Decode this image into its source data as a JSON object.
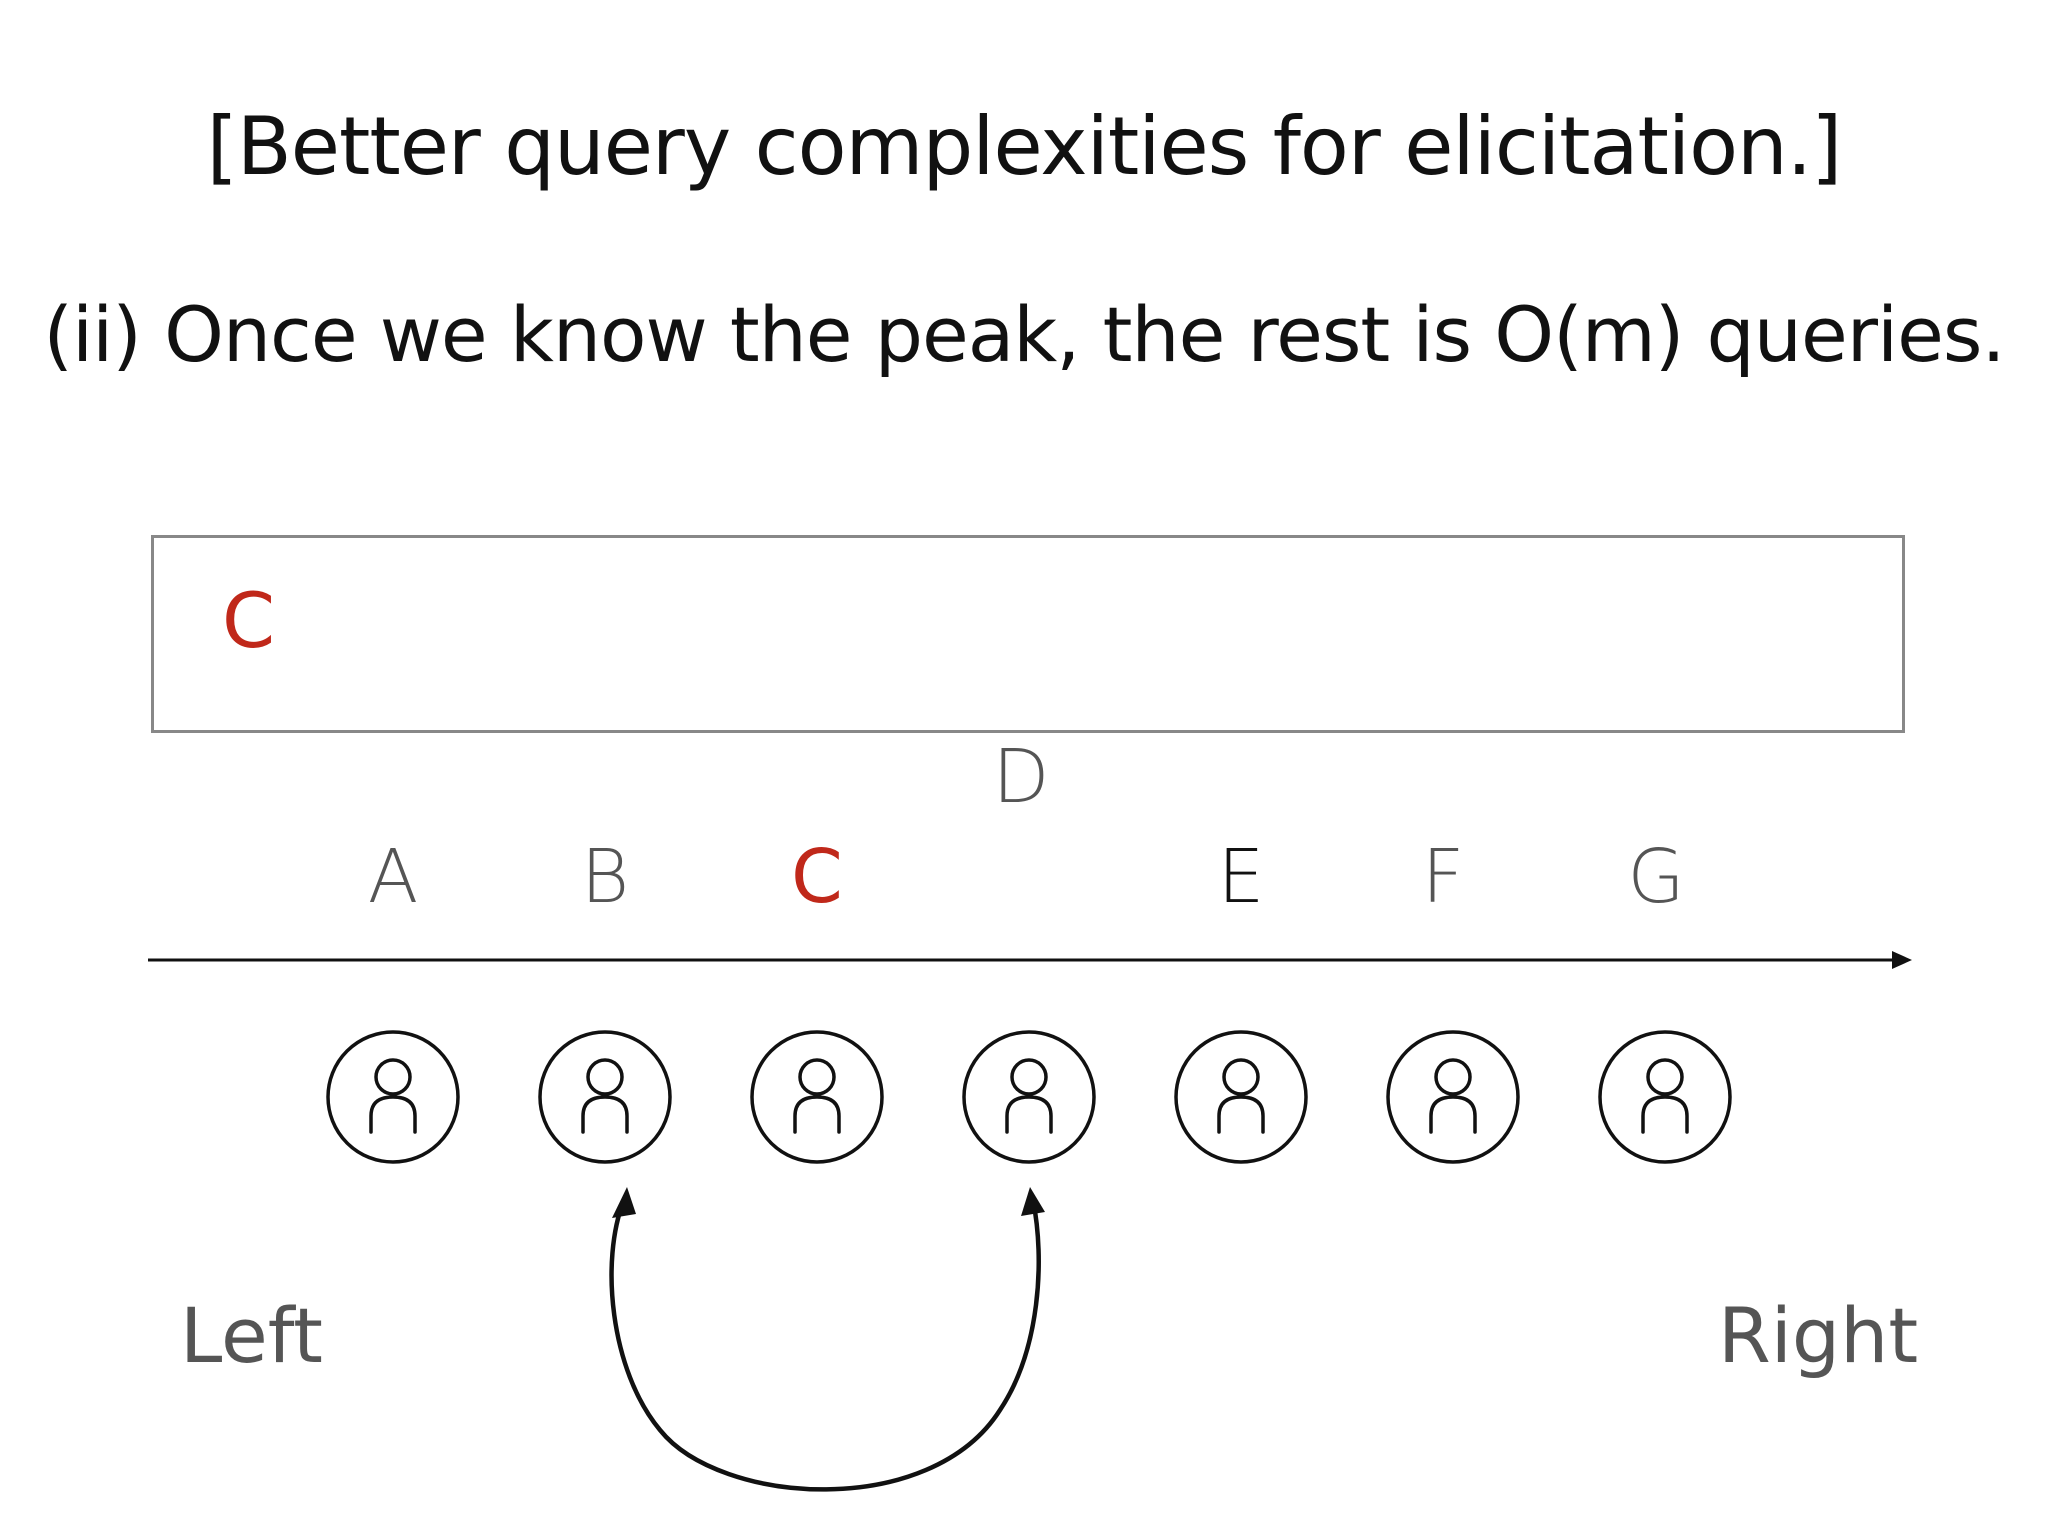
{
  "title": "[Better query complexities for elicitation.]",
  "subtitle": "(ii) Once we know the peak, the rest is O(m) queries.",
  "ranking": {
    "items": [
      "C"
    ]
  },
  "axis": {
    "left_label": "Left",
    "right_label": "Right",
    "candidates": [
      {
        "label": "A",
        "state": "normal"
      },
      {
        "label": "B",
        "state": "normal"
      },
      {
        "label": "C",
        "state": "peak"
      },
      {
        "label": "D",
        "state": "raised"
      },
      {
        "label": "E",
        "state": "dark"
      },
      {
        "label": "F",
        "state": "normal"
      },
      {
        "label": "G",
        "state": "normal"
      }
    ]
  },
  "voters": [
    {
      "icon": "person-icon"
    },
    {
      "icon": "person-icon"
    },
    {
      "icon": "person-icon"
    },
    {
      "icon": "person-icon"
    },
    {
      "icon": "person-icon"
    },
    {
      "icon": "person-icon"
    },
    {
      "icon": "person-icon"
    }
  ],
  "comparison": {
    "from_voter_index": 1,
    "to_voter_index": 3
  },
  "colors": {
    "peak": "#c0281a",
    "text": "#111111",
    "muted": "#555555",
    "box_border": "#888888"
  }
}
